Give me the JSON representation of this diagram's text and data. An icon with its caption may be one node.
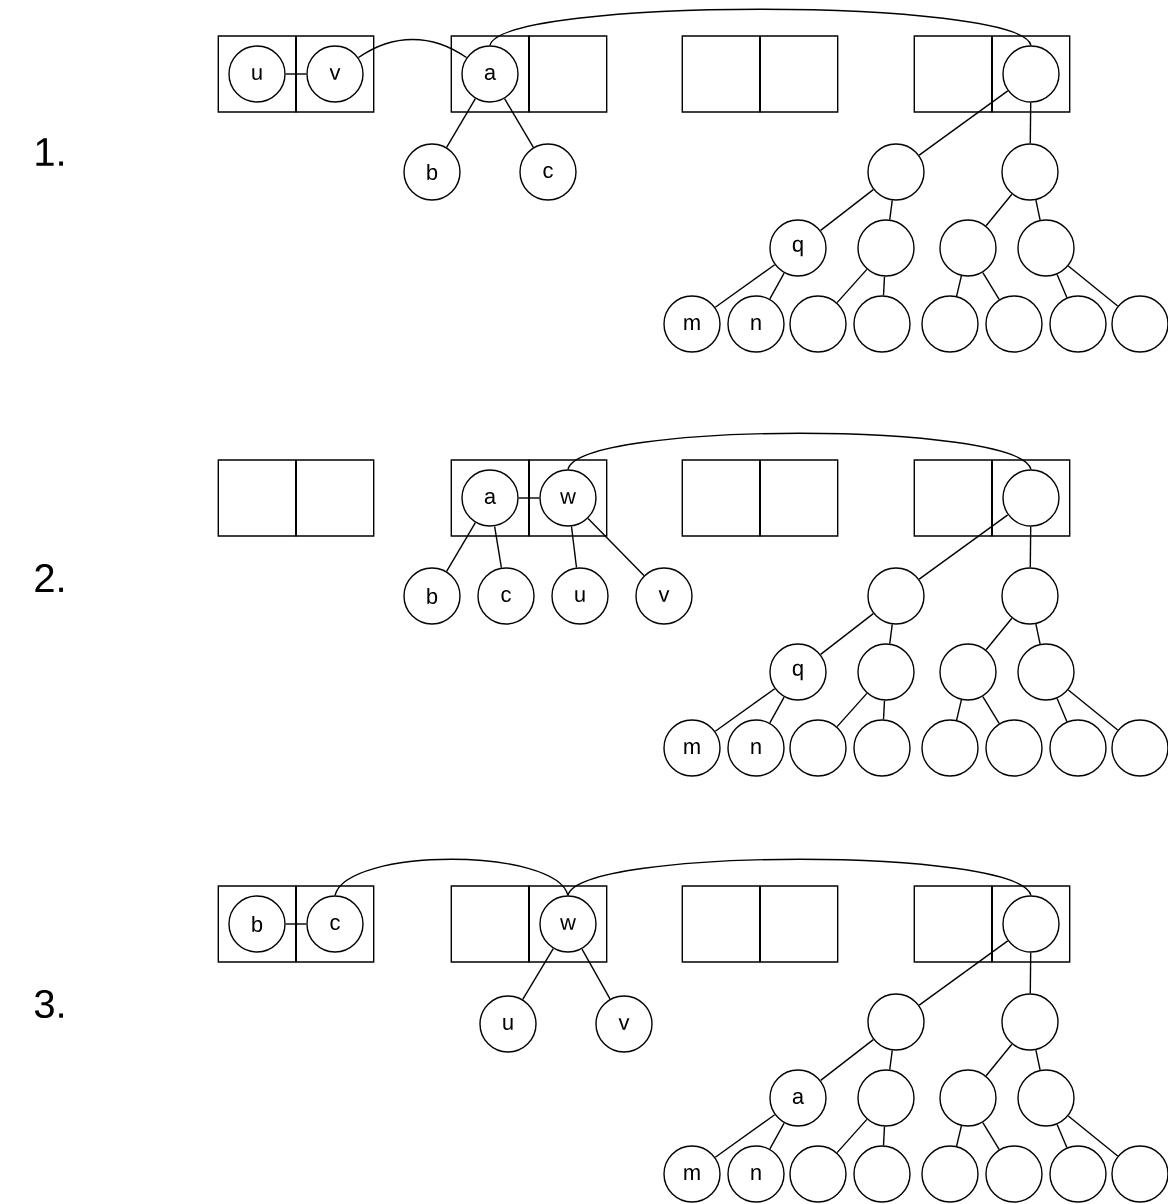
{
  "diagram": {
    "nodes": [
      {
        "text": [],
        "shape": "box"
      },
      {
        "text": [
          "u"
        ],
        "in": 0
      },
      {
        "text": [],
        "shape": "box"
      },
      {
        "text": [
          "v"
        ],
        "in": 2
      },
      {
        "text": [],
        "shape": "box"
      },
      {
        "text": [
          "a"
        ],
        "in": 4
      },
      {
        "text": [],
        "shape": "box"
      },
      {
        "text": [],
        "shape": "box"
      },
      {
        "text": [],
        "shape": "box"
      },
      {
        "text": [],
        "shape": "box"
      },
      {
        "text": [],
        "shape": "box"
      },
      {
        "text": [],
        "shape": "circle",
        "in": 10
      },
      {
        "text": [
          "b"
        ]
      },
      {
        "text": [
          "c"
        ]
      },
      {
        "text": [],
        "shape": "circle"
      },
      {
        "text": [],
        "shape": "circle"
      },
      {
        "text": [
          "q"
        ]
      },
      {
        "text": [],
        "shape": "circle"
      },
      {
        "text": [],
        "shape": "circle"
      },
      {
        "text": [],
        "shape": "circle"
      },
      {
        "text": [
          "m"
        ]
      },
      {
        "text": [
          "n"
        ]
      },
      {
        "text": [],
        "shape": "circle"
      },
      {
        "text": [],
        "shape": "circle"
      },
      {
        "text": [],
        "shape": "circle"
      },
      {
        "text": [],
        "shape": "circle"
      },
      {
        "text": [],
        "shape": "circle"
      },
      {
        "text": [],
        "shape": "circle"
      },
      {
        "text": [],
        "shape": "box"
      },
      {
        "text": [],
        "shape": "box"
      },
      {
        "text": [],
        "shape": "box"
      },
      {
        "text": [
          "a"
        ],
        "in": 30
      },
      {
        "text": [],
        "shape": "box"
      },
      {
        "text": [
          "w"
        ],
        "in": 32
      },
      {
        "text": [],
        "shape": "box"
      },
      {
        "text": [],
        "shape": "box"
      },
      {
        "text": [],
        "shape": "box"
      },
      {
        "text": [],
        "shape": "box"
      },
      {
        "text": [],
        "shape": "circle",
        "in": 37
      },
      {
        "text": [
          "b"
        ]
      },
      {
        "text": [
          "c"
        ]
      },
      {
        "text": [
          "u"
        ]
      },
      {
        "text": [
          "v"
        ]
      },
      {
        "text": [],
        "shape": "circle"
      },
      {
        "text": [],
        "shape": "circle"
      },
      {
        "text": [
          "q"
        ]
      },
      {
        "text": [],
        "shape": "circle"
      },
      {
        "text": [],
        "shape": "circle"
      },
      {
        "text": [],
        "shape": "circle"
      },
      {
        "text": [
          "m"
        ]
      },
      {
        "text": [
          "n"
        ]
      },
      {
        "text": [],
        "shape": "circle"
      },
      {
        "text": [],
        "shape": "circle"
      },
      {
        "text": [],
        "shape": "circle"
      },
      {
        "text": [],
        "shape": "circle"
      },
      {
        "text": [],
        "shape": "circle"
      },
      {
        "text": [],
        "shape": "circle"
      },
      {
        "text": [],
        "shape": "box"
      },
      {
        "text": [
          "b"
        ],
        "in": 57
      },
      {
        "text": [],
        "shape": "box"
      },
      {
        "text": [
          "c"
        ],
        "in": 59
      },
      {
        "text": [],
        "shape": "box"
      },
      {
        "text": [],
        "shape": "box"
      },
      {
        "text": [
          "w"
        ],
        "in": 62
      },
      {
        "text": [],
        "shape": "box"
      },
      {
        "text": [],
        "shape": "box"
      },
      {
        "text": [],
        "shape": "box"
      },
      {
        "text": [],
        "shape": "box"
      },
      {
        "text": [],
        "shape": "circle",
        "in": 67
      },
      {
        "text": [
          "u"
        ]
      },
      {
        "text": [
          "v"
        ]
      },
      {
        "text": [],
        "shape": "circle"
      },
      {
        "text": [],
        "shape": "circle"
      },
      {
        "text": [
          "a"
        ]
      },
      {
        "text": [],
        "shape": "circle"
      },
      {
        "text": [],
        "shape": "circle"
      },
      {
        "text": [],
        "shape": "circle"
      },
      {
        "text": [
          "m"
        ]
      },
      {
        "text": [
          "n"
        ]
      },
      {
        "text": [],
        "shape": "circle"
      },
      {
        "text": [],
        "shape": "circle"
      },
      {
        "text": [],
        "shape": "circle"
      },
      {
        "text": [],
        "shape": "circle"
      },
      {
        "text": [],
        "shape": "circle"
      },
      {
        "text": [],
        "shape": "circle"
      }
    ],
    "edges": [
      {
        "from": 1,
        "to": 3,
        "arrow": "none"
      },
      {
        "from": 3,
        "to": 5,
        "arrow": "none"
      },
      {
        "from": 5,
        "to": 11,
        "arrow": "none"
      },
      {
        "from": 5,
        "to": 12,
        "arrow": "none"
      },
      {
        "from": 5,
        "to": 13,
        "arrow": "none"
      },
      {
        "from": 11,
        "to": 14,
        "arrow": "none"
      },
      {
        "from": 11,
        "to": 15,
        "arrow": "none"
      },
      {
        "from": 14,
        "to": 16,
        "arrow": "none"
      },
      {
        "from": 14,
        "to": 17,
        "arrow": "none"
      },
      {
        "from": 15,
        "to": 18,
        "arrow": "none"
      },
      {
        "from": 15,
        "to": 19,
        "arrow": "none"
      },
      {
        "from": 16,
        "to": 20,
        "arrow": "none"
      },
      {
        "from": 16,
        "to": 21,
        "arrow": "none"
      },
      {
        "from": 17,
        "to": 22,
        "arrow": "none"
      },
      {
        "from": 17,
        "to": 23,
        "arrow": "none"
      },
      {
        "from": 18,
        "to": 24,
        "arrow": "none"
      },
      {
        "from": 18,
        "to": 25,
        "arrow": "none"
      },
      {
        "from": 19,
        "to": 26,
        "arrow": "none"
      },
      {
        "from": 19,
        "to": 27,
        "arrow": "none"
      },
      {
        "from": 31,
        "to": 33,
        "arrow": "none"
      },
      {
        "from": 33,
        "to": 38,
        "arrow": "none"
      },
      {
        "from": 31,
        "to": 39,
        "arrow": "none"
      },
      {
        "from": 31,
        "to": 40,
        "arrow": "none"
      },
      {
        "from": 33,
        "to": 41,
        "arrow": "none"
      },
      {
        "from": 33,
        "to": 42,
        "arrow": "none"
      },
      {
        "from": 38,
        "to": 43,
        "arrow": "none"
      },
      {
        "from": 38,
        "to": 44,
        "arrow": "none"
      },
      {
        "from": 43,
        "to": 45,
        "arrow": "none"
      },
      {
        "from": 43,
        "to": 46,
        "arrow": "none"
      },
      {
        "from": 44,
        "to": 47,
        "arrow": "none"
      },
      {
        "from": 44,
        "to": 48,
        "arrow": "none"
      },
      {
        "from": 45,
        "to": 49,
        "arrow": "none"
      },
      {
        "from": 45,
        "to": 50,
        "arrow": "none"
      },
      {
        "from": 46,
        "to": 51,
        "arrow": "none"
      },
      {
        "from": 46,
        "to": 52,
        "arrow": "none"
      },
      {
        "from": 47,
        "to": 53,
        "arrow": "none"
      },
      {
        "from": 47,
        "to": 54,
        "arrow": "none"
      },
      {
        "from": 48,
        "to": 55,
        "arrow": "none"
      },
      {
        "from": 48,
        "to": 56,
        "arrow": "none"
      },
      {
        "from": 58,
        "to": 60,
        "arrow": "none"
      },
      {
        "from": 60,
        "to": 63,
        "arrow": "none"
      },
      {
        "from": 63,
        "to": 68,
        "arrow": "none"
      },
      {
        "from": 63,
        "to": 69,
        "arrow": "none"
      },
      {
        "from": 63,
        "to": 70,
        "arrow": "none"
      },
      {
        "from": 68,
        "to": 71,
        "arrow": "none"
      },
      {
        "from": 68,
        "to": 72,
        "arrow": "none"
      },
      {
        "from": 71,
        "to": 73,
        "arrow": "none"
      },
      {
        "from": 71,
        "to": 74,
        "arrow": "none"
      },
      {
        "from": 72,
        "to": 75,
        "arrow": "none"
      },
      {
        "from": 72,
        "to": 76,
        "arrow": "none"
      },
      {
        "from": 73,
        "to": 77,
        "arrow": "none"
      },
      {
        "from": 73,
        "to": 78,
        "arrow": "none"
      },
      {
        "from": 74,
        "to": 79,
        "arrow": "none"
      },
      {
        "from": 74,
        "to": 80,
        "arrow": "none"
      },
      {
        "from": 75,
        "to": 81,
        "arrow": "none"
      },
      {
        "from": 75,
        "to": 82,
        "arrow": "none"
      },
      {
        "from": 76,
        "to": 83,
        "arrow": "none"
      },
      {
        "from": 76,
        "to": 84,
        "arrow": "none"
      }
    ],
    "labels": [
      "1.",
      "2.",
      "3."
    ]
  }
}
